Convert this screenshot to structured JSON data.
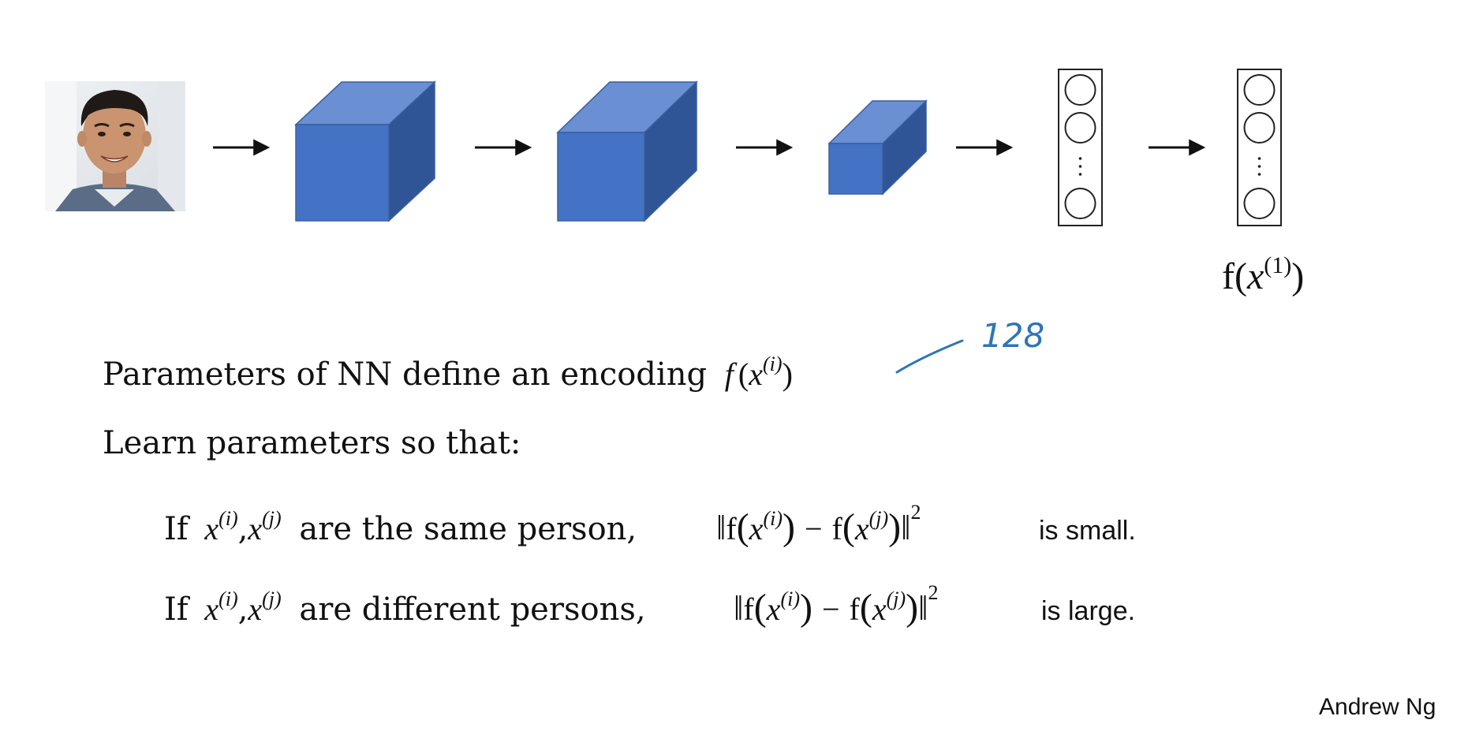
{
  "slide": {
    "network_output_label": "f(x(1))",
    "network_output_parts": {
      "func": "f(",
      "var": "x",
      "sup": "(1)",
      "close": ")"
    },
    "handwritten_note": "128",
    "lines": {
      "encoding_text": "Parameters of NN define an encoding",
      "encoding_math": {
        "func": "f",
        "open": "(",
        "var": "x",
        "sup": "(i)",
        "close": ")"
      },
      "learn_text": "Learn parameters so that:",
      "if_word": "If",
      "var": "x",
      "sup_i": "(i)",
      "sup_j": "(j)",
      "comma": ",",
      "same_text": "are the same person,",
      "different_text": "are different persons,",
      "norm_f": "f",
      "minus": "−",
      "squared": "2",
      "small_text": "is small.",
      "large_text": "is large."
    },
    "author": "Andrew Ng"
  },
  "colors": {
    "cube_front": "#4472c4",
    "cube_top": "#6a8fd3",
    "cube_side": "#2f5597",
    "handwriting": "#2e75b6",
    "text": "#111111"
  },
  "icons": [
    "face-photo",
    "right-arrow-icon",
    "volume-cube",
    "neuron-column",
    "vertical-ellipsis-icon"
  ]
}
